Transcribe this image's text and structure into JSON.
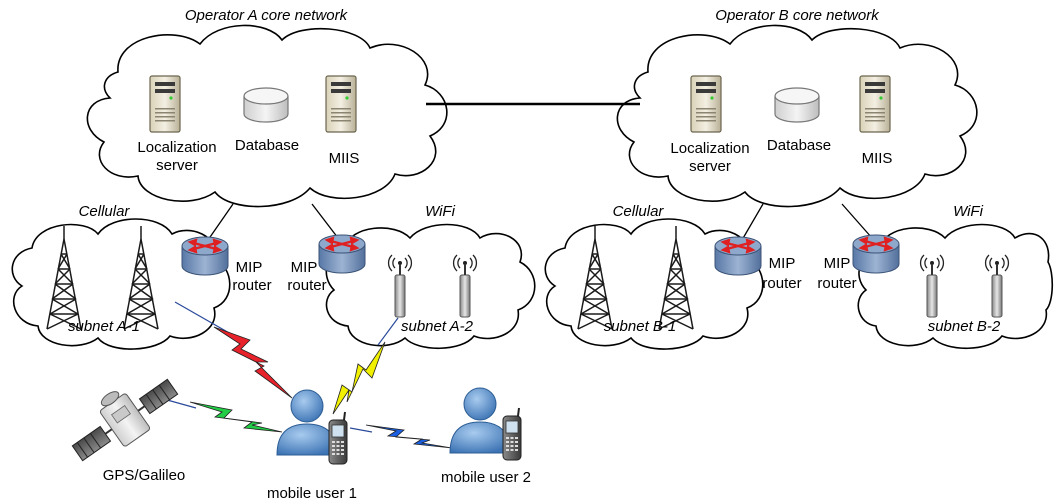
{
  "operator_a": {
    "core_title": "Operator A core network",
    "server_line1": "Localization",
    "server_line2": "server",
    "database": "Database",
    "miis": "MIIS",
    "cellular": "Cellular",
    "wifi": "WiFi",
    "subnet_cellular": "subnet A-1",
    "subnet_wifi": "subnet A-2",
    "router_left_line1": "MIP",
    "router_left_line2": "router",
    "router_right_line1": "MIP",
    "router_right_line2": "router"
  },
  "operator_b": {
    "core_title": "Operator B core network",
    "server_line1": "Localization",
    "server_line2": "server",
    "database": "Database",
    "miis": "MIIS",
    "cellular": "Cellular",
    "wifi": "WiFi",
    "subnet_cellular": "subnet B-1",
    "subnet_wifi": "subnet B-2",
    "router_left_line1": "MIP",
    "router_left_line2": "router",
    "router_right_line1": "MIP",
    "router_right_line2": "router"
  },
  "satellite": "GPS/Galileo",
  "user1": "mobile user 1",
  "user2": "mobile user 2",
  "colors": {
    "router": "#6f8fb9",
    "arrow": "#e02020",
    "user": "#4f86c6",
    "link_red": "#e8222a",
    "link_yellow": "#f0f000",
    "link_green": "#22cc44",
    "link_blue": "#1a5fe0"
  }
}
